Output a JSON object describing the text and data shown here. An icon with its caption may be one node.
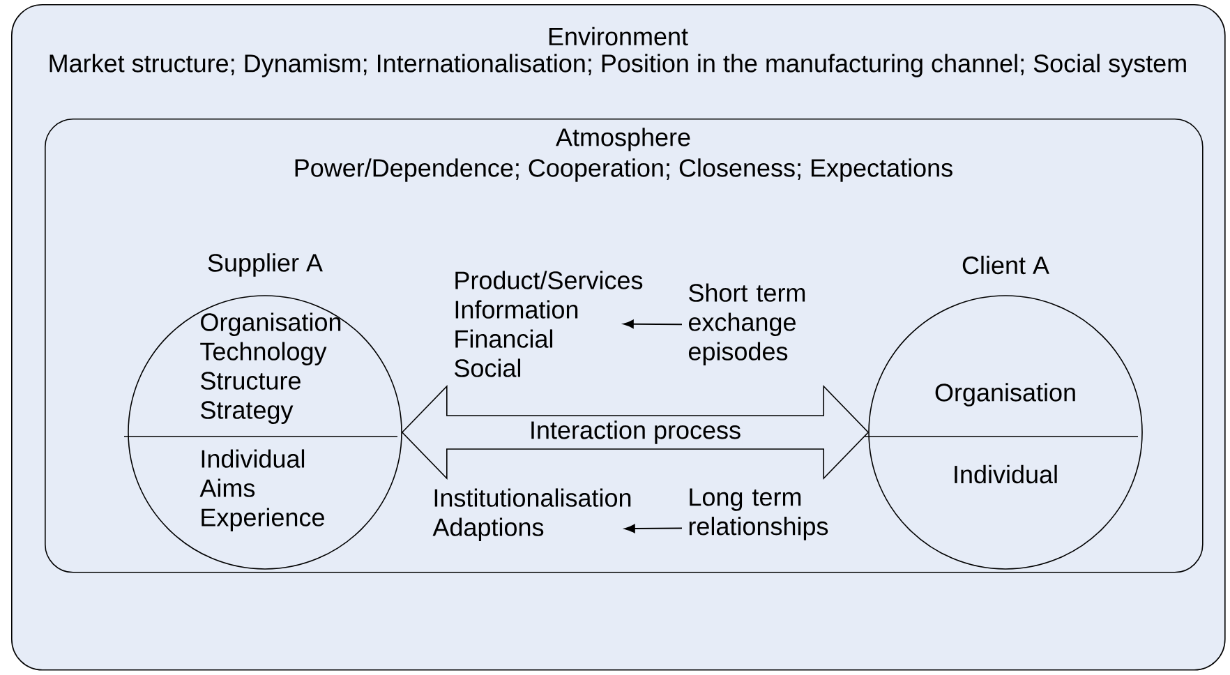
{
  "diagram": {
    "nodes": [
      {
        "text": [
          "Environment",
          "Market structure; Dynamism; Internationalisation; Position in the manufacturing channel; Social system"
        ]
      },
      {
        "text": [
          "Atmosphere",
          "Power/Dependence; Cooperation; Closeness; Expectations"
        ],
        "in": 0
      },
      {
        "text": [
          "Supplier A",
          "Organisation Technology Structure Strategy",
          "Individual Aims Experience"
        ],
        "in": 1
      },
      {
        "text": [
          "Client A",
          "Organisation",
          "Individual"
        ],
        "in": 1
      },
      {
        "text": [
          "Product/Services Information Financial Social"
        ],
        "in": 1
      },
      {
        "text": [
          "Short term exchange episodes"
        ],
        "in": 1
      },
      {
        "text": [
          "Institutionalisation Adaptions"
        ],
        "in": 1
      },
      {
        "text": [
          "Long term relationships"
        ],
        "in": 1
      }
    ],
    "edges": [
      {
        "from": 2,
        "to": 3,
        "arrow": "both",
        "label": "Interaction process",
        "style": "thick"
      },
      {
        "from": 5,
        "to": 4,
        "arrow": "to"
      },
      {
        "from": 7,
        "to": 6,
        "arrow": "to"
      }
    ]
  }
}
